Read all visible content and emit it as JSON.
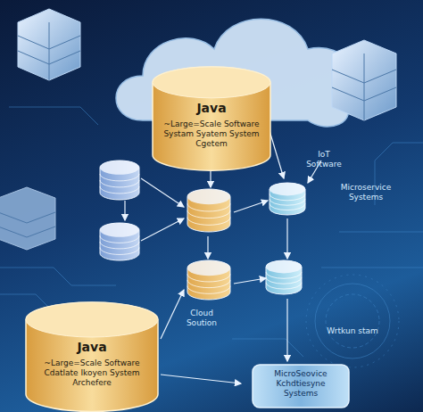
{
  "diagram": {
    "nodes": [
      {
        "text": [
          "Java",
          "~Large=Scale Software Systam Syatem System Cgetem"
        ]
      },
      {
        "text": [
          "Java",
          "~Large=Scale Software Cdatlate Ikoyen System Archefere"
        ]
      },
      {
        "text": [
          "MicroSeovice Kchdtiesyne Systems"
        ]
      }
    ],
    "labels": [
      "IoT Software",
      "Microservice Systems",
      "Cloud Soution",
      "Wrtkun stam"
    ]
  }
}
